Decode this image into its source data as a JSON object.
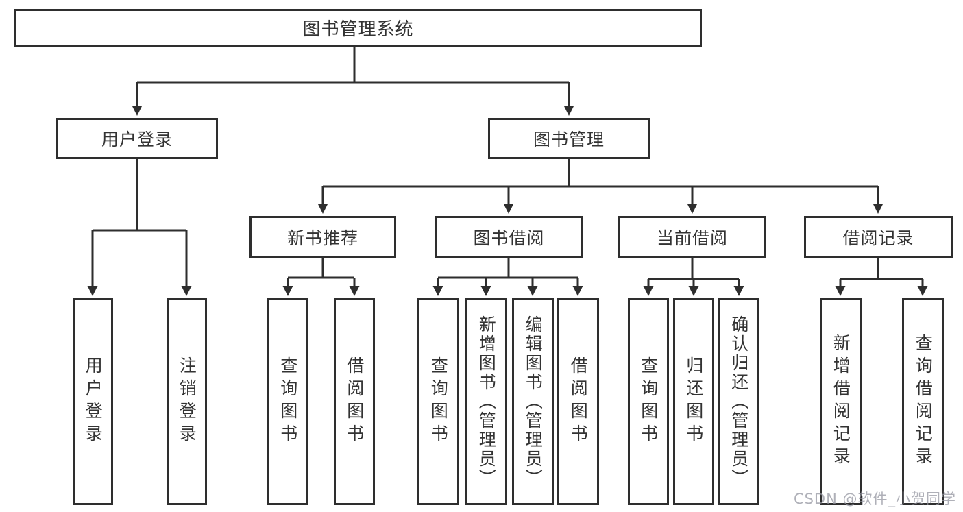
{
  "diagram": {
    "type": "hierarchy-tree",
    "nodes": {
      "root": {
        "label": "图书管理系统"
      },
      "userLogin": {
        "label": "用户登录"
      },
      "bookManagement": {
        "label": "图书管理"
      },
      "newBookRecommend": {
        "label": "新书推荐"
      },
      "bookBorrow": {
        "label": "图书借阅"
      },
      "currentBorrow": {
        "label": "当前借阅"
      },
      "borrowRecords": {
        "label": "借阅记录"
      },
      "leafUserLogin": {
        "label": "用户登录"
      },
      "leafLogout": {
        "label": "注销登录"
      },
      "leafRecQuery": {
        "label": "查询图书"
      },
      "leafRecBorrow": {
        "label": "借阅图书"
      },
      "leafBorQuery": {
        "label": "查询图书"
      },
      "leafBorAdd": {
        "label": "新增图书（管理员）"
      },
      "leafBorEdit": {
        "label": "编辑图书（管理员）"
      },
      "leafBorBorrow": {
        "label": "借阅图书"
      },
      "leafCurQuery": {
        "label": "查询图书"
      },
      "leafCurReturn": {
        "label": "归还图书"
      },
      "leafCurConfirm": {
        "label": "确认归还（管理员）"
      },
      "leafRecordAdd": {
        "label": "新增借阅记录"
      },
      "leafRecordQuery": {
        "label": "查询借阅记录"
      }
    },
    "hierarchy": {
      "图书管理系统": {
        "用户登录": [
          "用户登录",
          "注销登录"
        ],
        "图书管理": {
          "新书推荐": [
            "查询图书",
            "借阅图书"
          ],
          "图书借阅": [
            "查询图书",
            "新增图书（管理员）",
            "编辑图书（管理员）",
            "借阅图书"
          ],
          "当前借阅": [
            "查询图书",
            "归还图书",
            "确认归还（管理员）"
          ],
          "借阅记录": [
            "新增借阅记录",
            "查询借阅记录"
          ]
        }
      }
    },
    "colors": {
      "line": "#2e2e2e",
      "text": "#333333",
      "background": "#ffffff",
      "watermark": "#9496a0"
    }
  },
  "watermark": {
    "text": "CSDN @软件_小贺同学"
  }
}
